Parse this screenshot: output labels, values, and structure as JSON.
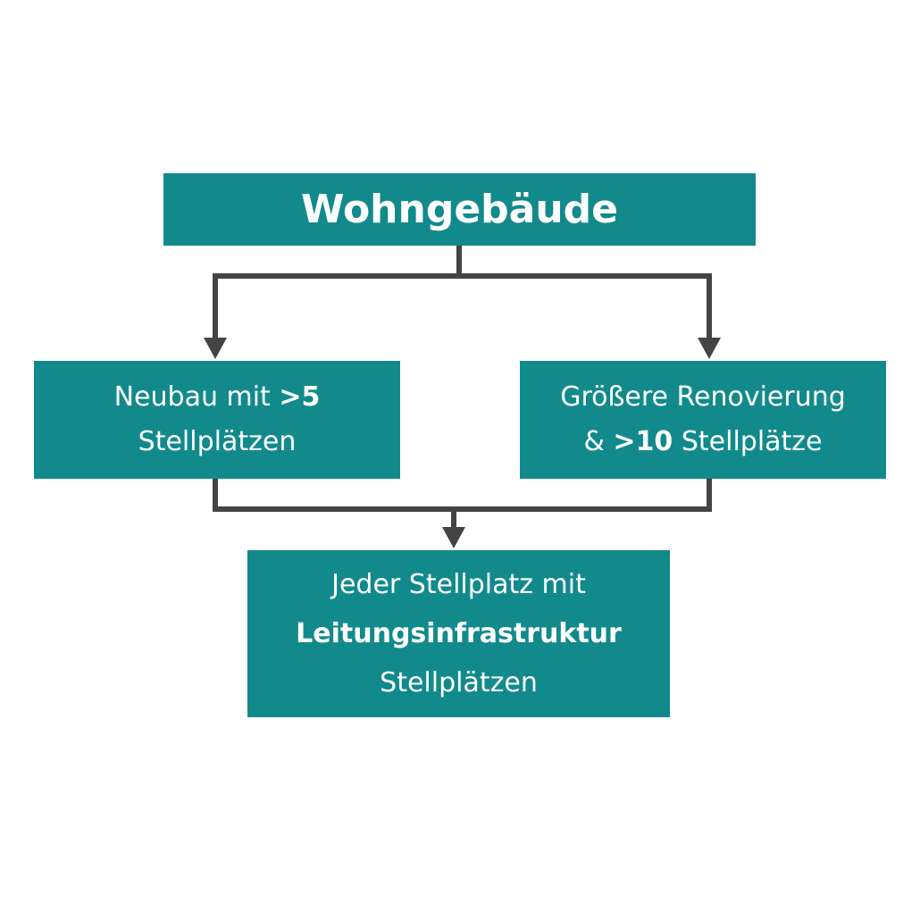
{
  "colors": {
    "box_fill": "#128a8c",
    "box_text": "#ffffff",
    "connector": "#444444",
    "background": "#ffffff"
  },
  "nodes": {
    "top": {
      "text": "Wohngebäude"
    },
    "left": {
      "line1_prefix": "Neubau mit ",
      "line1_bold": ">5",
      "line2": "Stellplätzen"
    },
    "right": {
      "line1": "Größere Renovierung",
      "line2_prefix": "& ",
      "line2_bold": ">10",
      "line2_suffix": " Stellplätze"
    },
    "bottom": {
      "line1": "Jeder Stellplatz mit",
      "line2_bold": "Leitungsinfrastruktur",
      "line3": "Stellplätzen"
    }
  },
  "edges": [
    {
      "from": "top",
      "to": "left"
    },
    {
      "from": "top",
      "to": "right"
    },
    {
      "from": "left",
      "to": "bottom"
    },
    {
      "from": "right",
      "to": "bottom"
    }
  ]
}
